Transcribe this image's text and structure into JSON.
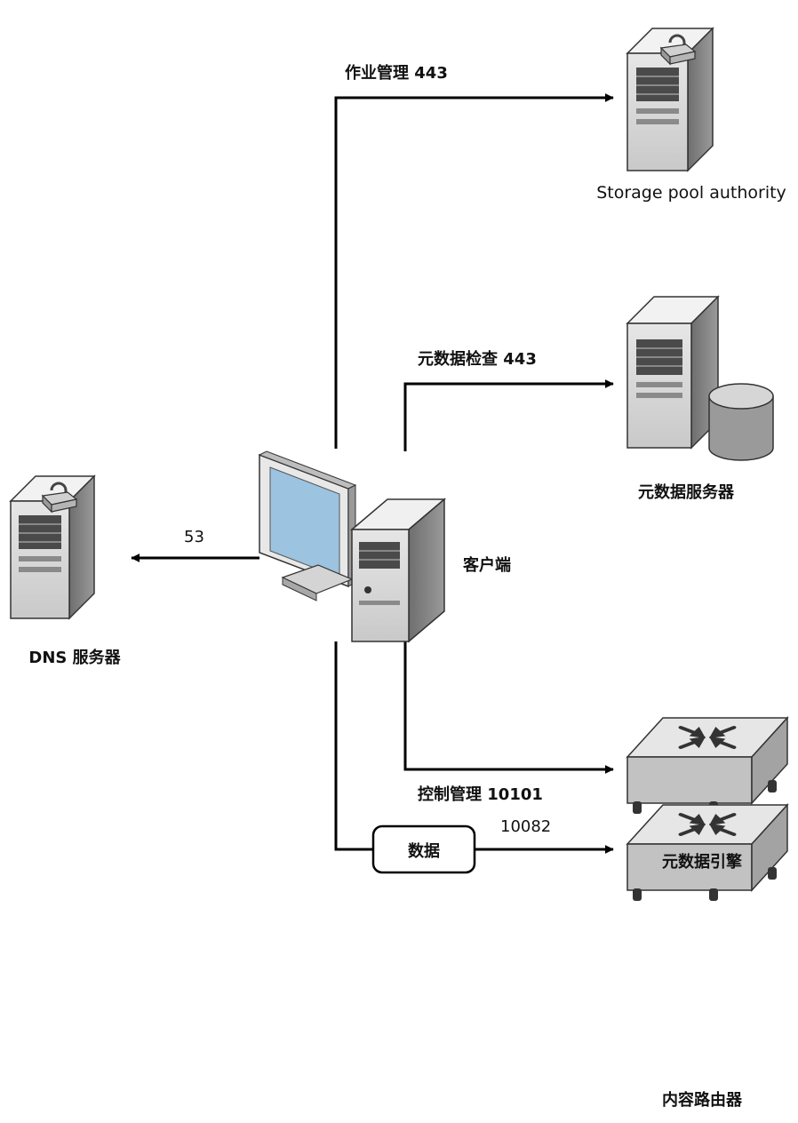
{
  "nodes": {
    "storage": {
      "label": "Storage pool authority",
      "icon": "locked-server-icon"
    },
    "metadata_server": {
      "label": "元数据服务器",
      "icon": "database-server-icon"
    },
    "client": {
      "label": "客户端",
      "icon": "desktop-computer-icon"
    },
    "dns": {
      "label": "DNS 服务器",
      "icon": "locked-server-icon"
    },
    "metadata_engine": {
      "label": "元数据引擎",
      "icon": "router-icon"
    },
    "content_router": {
      "label": "内容路由器",
      "icon": "router-icon"
    },
    "data_box": {
      "label": "数据"
    }
  },
  "edges": {
    "job_mgmt": "作业管理 443",
    "metadata_check": "元数据检查 443",
    "dns_port": "53",
    "control_mgmt": "控制管理 10101",
    "data_port": "10082"
  },
  "colors": {
    "line": "#000000",
    "server_front": "#d9d9d9",
    "server_side": "#8c8c8c",
    "screen": "#9cc3e0"
  }
}
